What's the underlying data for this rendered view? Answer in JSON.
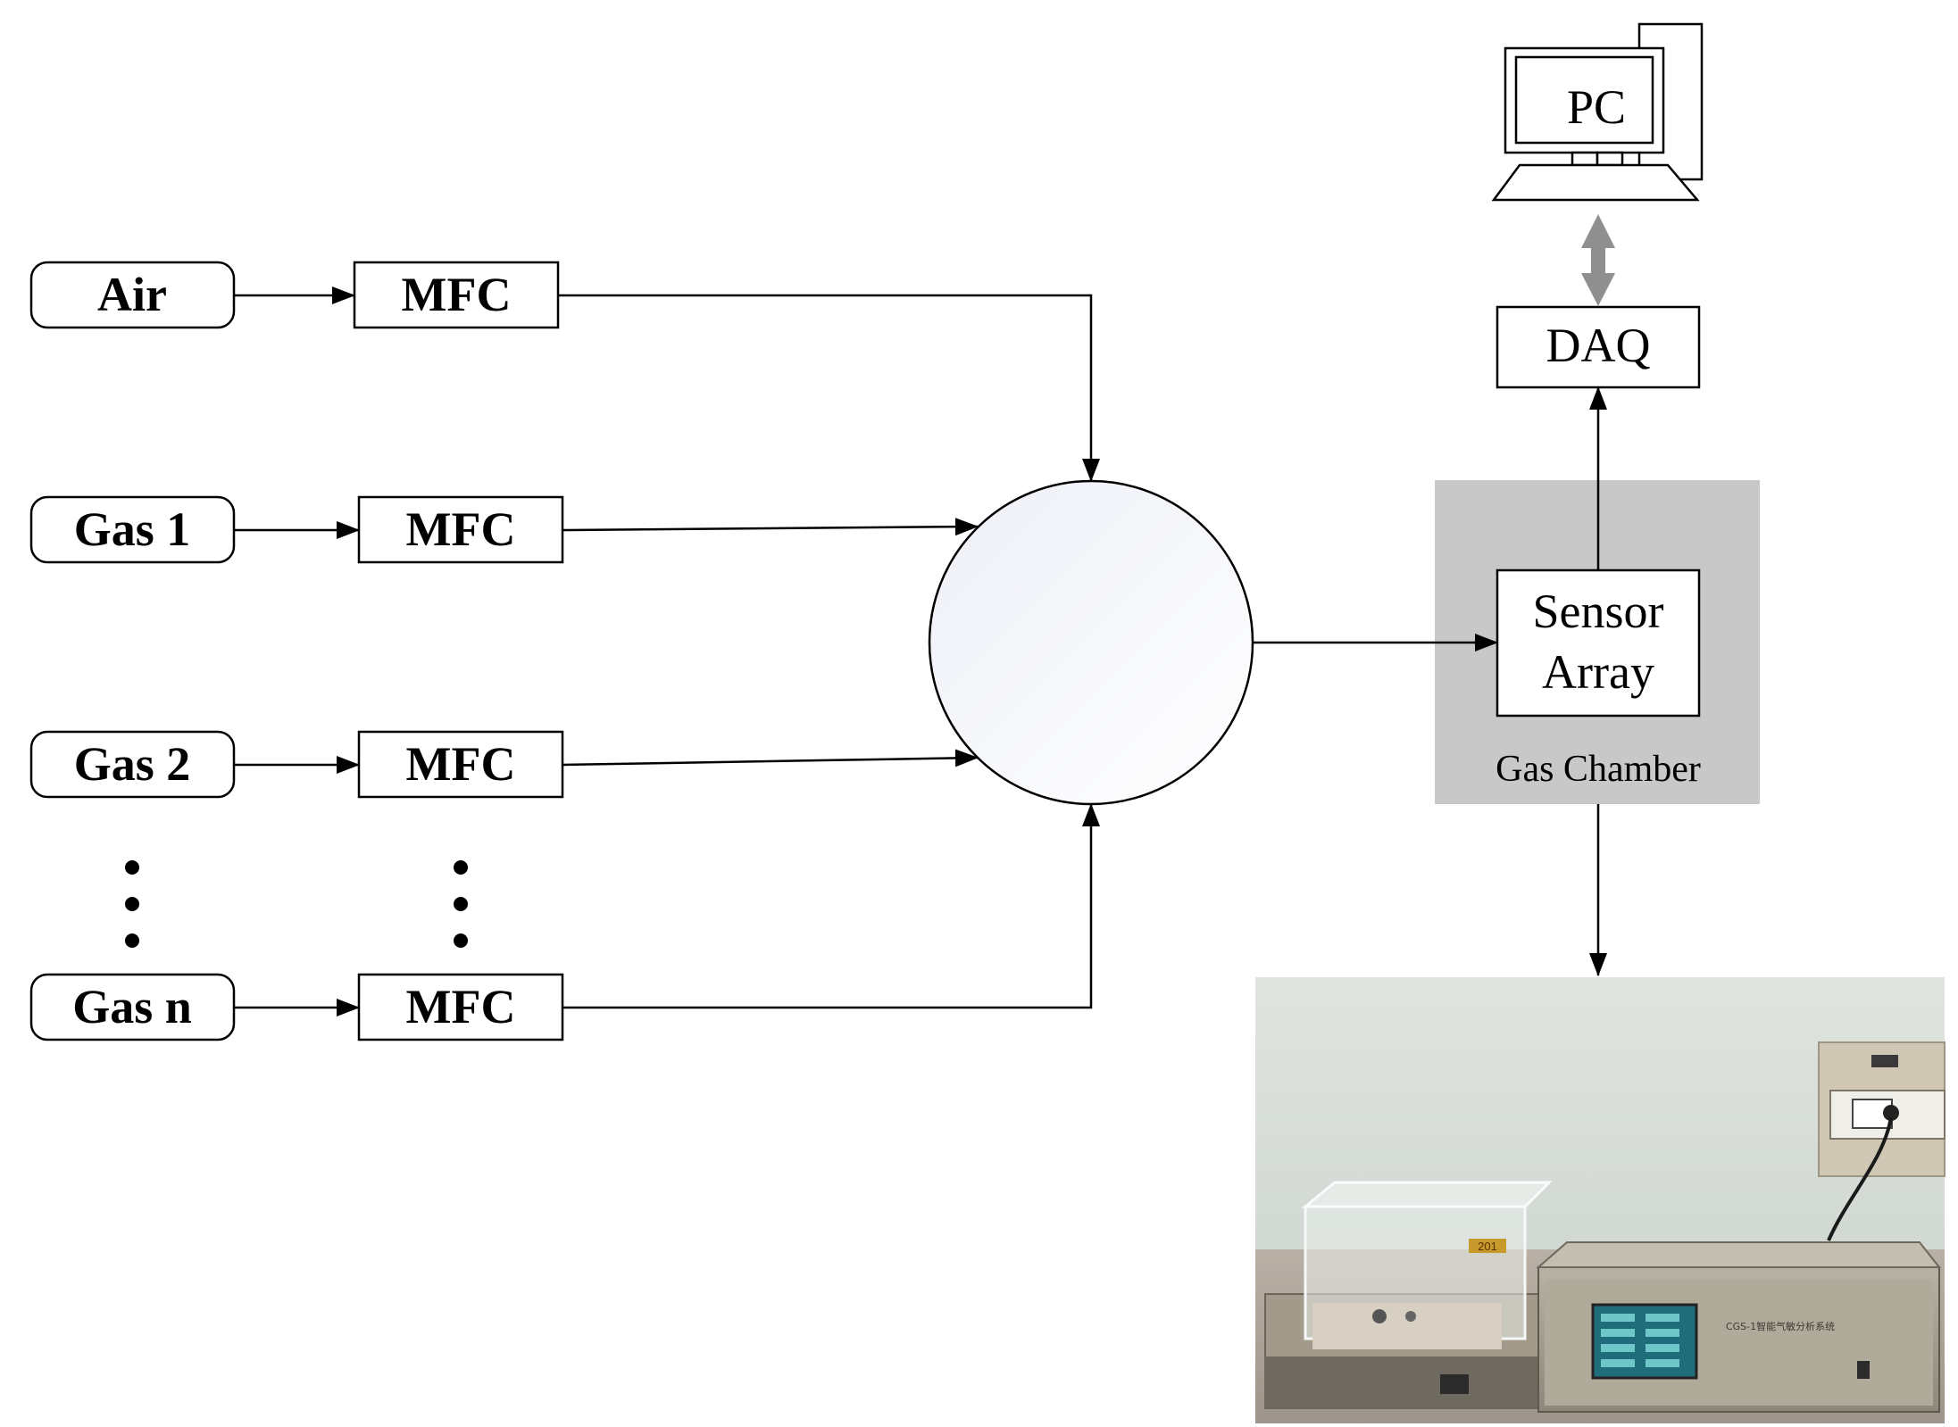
{
  "sources": {
    "air": "Air",
    "gas1": "Gas 1",
    "gas2": "Gas 2",
    "gasn": "Gas n"
  },
  "mfc": {
    "air": "MFC",
    "gas1": "MFC",
    "gas2": "MFC",
    "gasn": "MFC"
  },
  "sensor_array": {
    "line1": "Sensor",
    "line2": "Array"
  },
  "gas_chamber": "Gas Chamber",
  "daq": "DAQ",
  "pc": "PC",
  "photo": {
    "chamber_tag": "201",
    "instrument_title": "CGS-1智能气敏分析系统"
  },
  "colors": {
    "line": "#000000",
    "chamber_bg": "#c8c8c8",
    "double_arrow": "#8f8f8f",
    "mixer_fill": "#f6f7fb"
  }
}
